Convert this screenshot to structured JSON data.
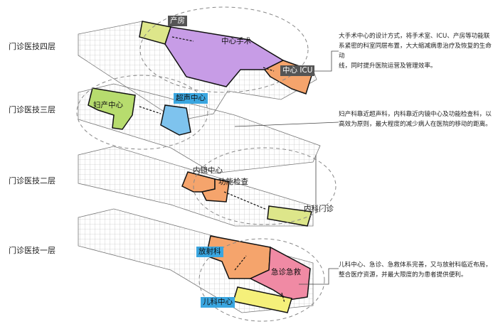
{
  "floors": [
    {
      "label": "门诊医技四层"
    },
    {
      "label": "门诊医技三层"
    },
    {
      "label": "门诊医技二层"
    },
    {
      "label": "门诊医技一层"
    }
  ],
  "departments": {
    "chanfang": "产房",
    "zhongxin_shoushu": "中心手术",
    "zhongxin_icu": "中心 ICU",
    "fuchan_zhongxin": "妇产中心",
    "chaosheng_zhongxin": "超声中心",
    "neijing_zhongxin": "内镜中心",
    "gongneng_jiancha": "功能检查",
    "neike_menzhen": "内科门诊",
    "fangsheke": "放射科",
    "jizhen_jijiu": "急诊急救",
    "erke_zhongxin": "儿科中心"
  },
  "notes": {
    "floor4": [
      "大手术中心的设计方式，将手术室、ICU、产房等功能联",
      "系紧密的科室同层布置，大大缩减病患治疗及恢复的生命动",
      "线，同时提升医院运营及管理效率。"
    ],
    "floor3": [
      "妇产科靠近超声科，内科靠近内镜中心及功能检查科，以",
      "高效为原则，最大程度的减少病人在医院的移动的距离。"
    ],
    "floor1": [
      "儿科中心、急诊、急救体系完善，又与放射科临近布局，",
      "整合医疗资源，并最大限度的为患者提供便利。"
    ]
  },
  "colors": {
    "purple": "#c79ce6",
    "orange": "#f5a46c",
    "yellow_green": "#dde68a",
    "green": "#b7dc6e",
    "blue": "#7ec3ee",
    "pink": "#f08aa4",
    "yellow": "#f5f07a",
    "tag_dark": "#555555",
    "tag_blue": "#3aa6e0"
  }
}
